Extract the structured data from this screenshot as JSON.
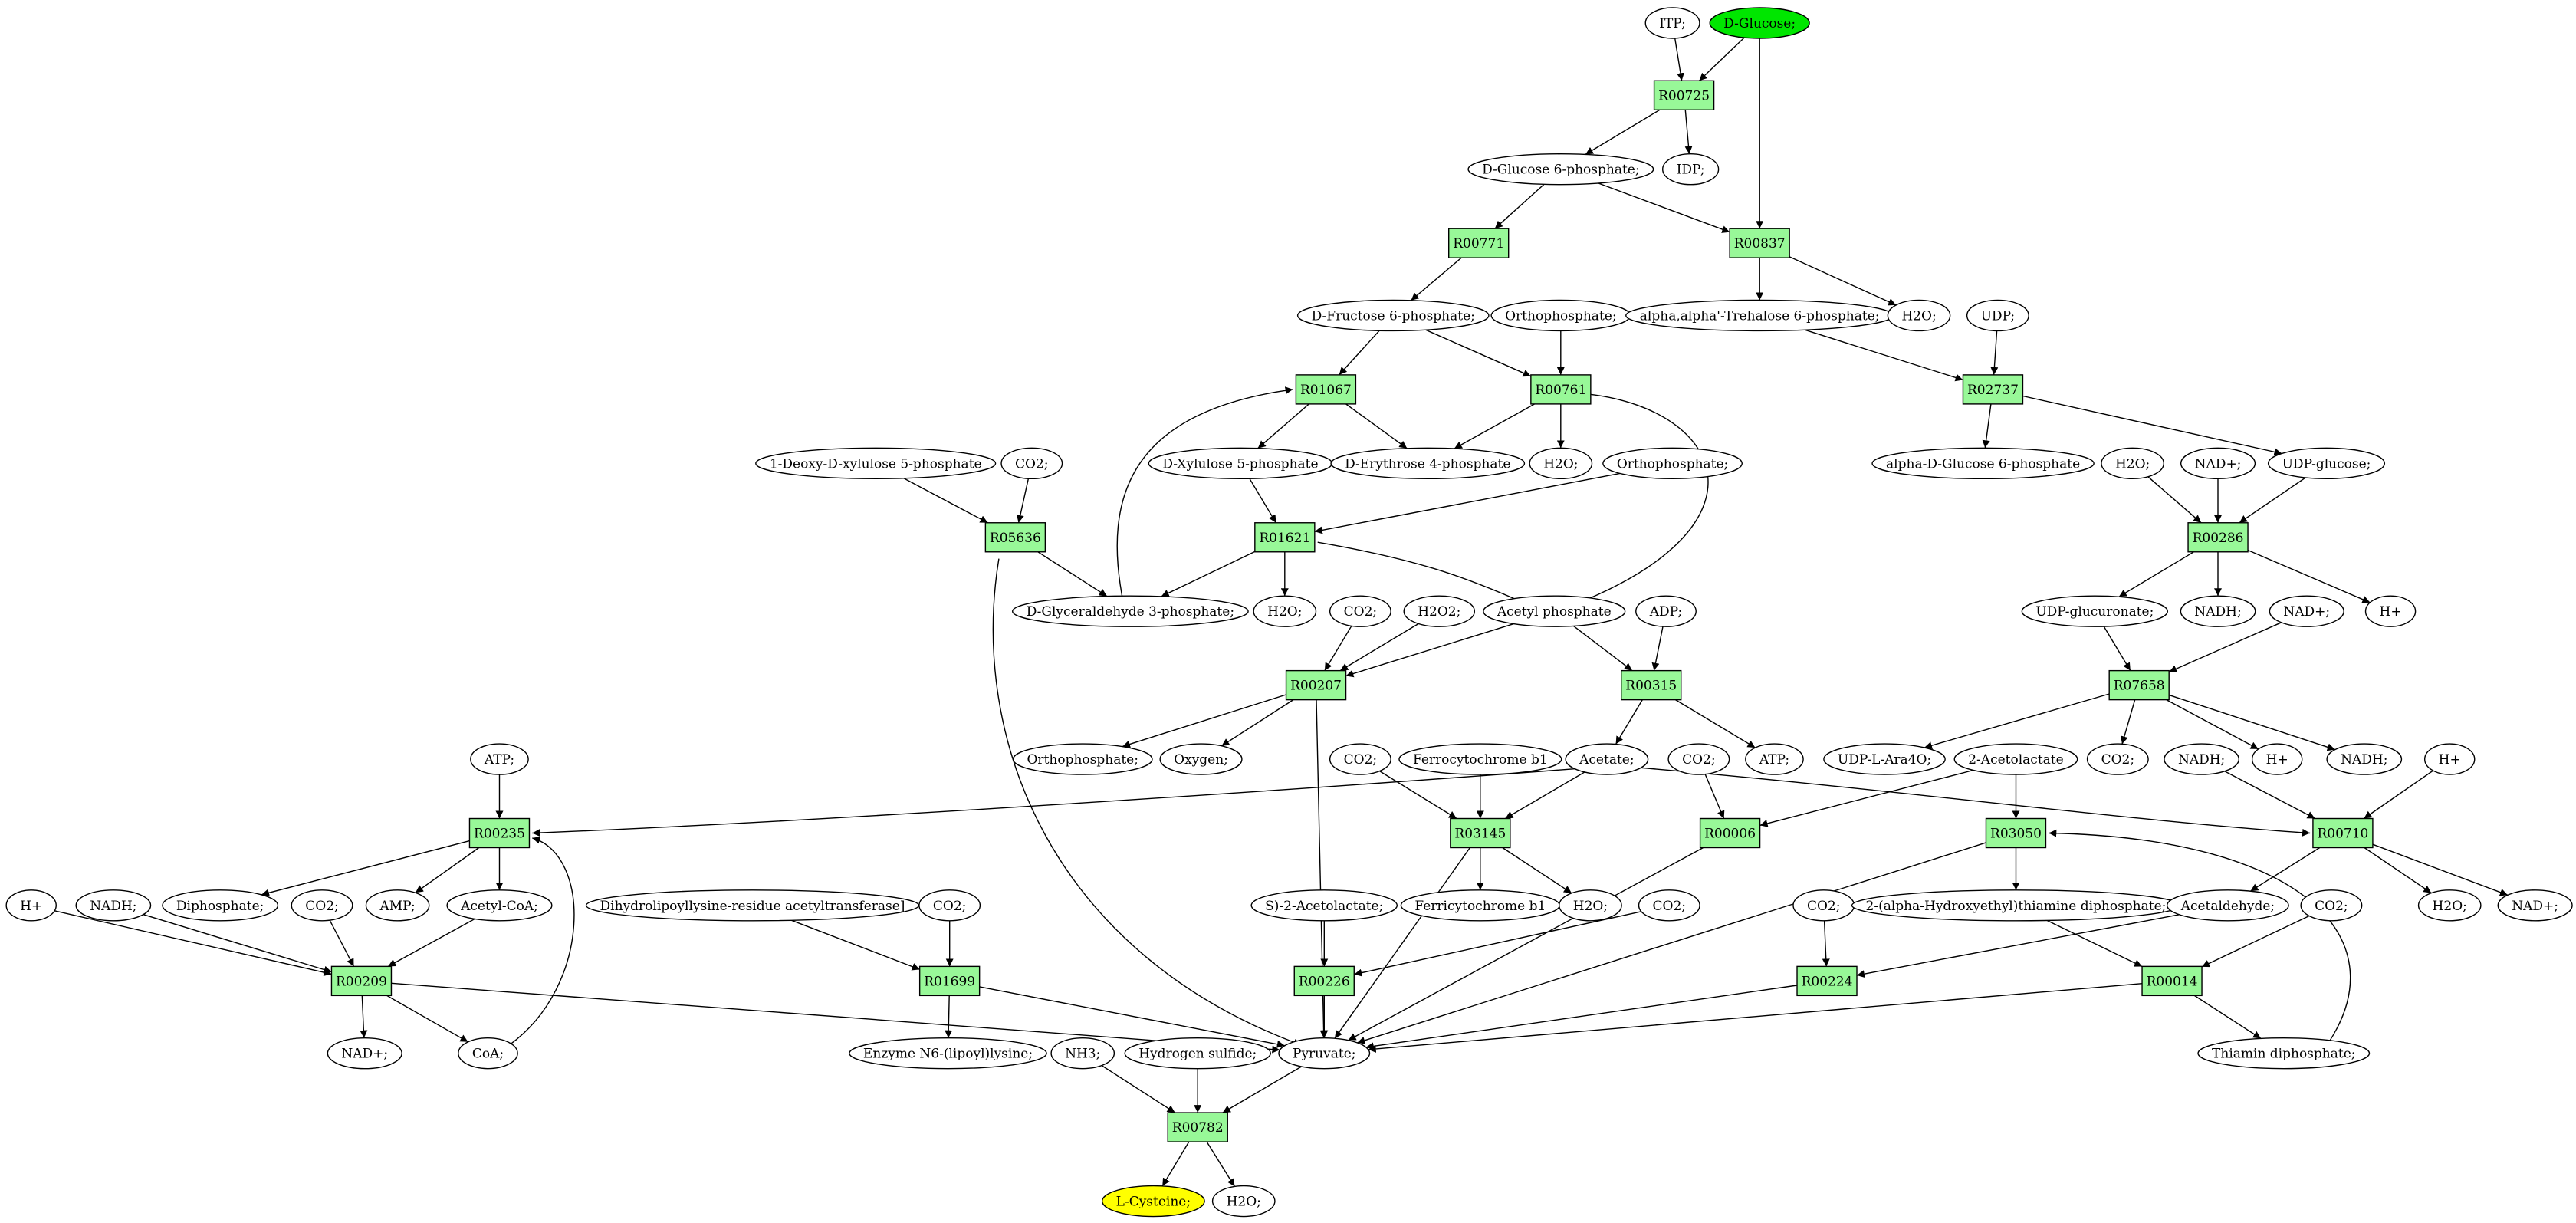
{
  "diagram": {
    "colors": {
      "background": "#ffffff",
      "reaction_fill": "#98f898",
      "source_fill": "#00e600",
      "target_fill": "#ffff00",
      "metabolite_fill": "#ffffff",
      "stroke": "#000000"
    },
    "nodes": {
      "itp": {
        "label": "ITP;"
      },
      "dglc": {
        "label": "D-Glucose;",
        "role": "source"
      },
      "r725": {
        "label": "R00725",
        "kind": "reaction"
      },
      "g6p": {
        "label": "D-Glucose 6-phosphate;"
      },
      "idp": {
        "label": "IDP;"
      },
      "r771": {
        "label": "R00771",
        "kind": "reaction"
      },
      "r837": {
        "label": "R00837",
        "kind": "reaction"
      },
      "f6p": {
        "label": "D-Fructose 6-phosphate;"
      },
      "orthoA": {
        "label": "Orthophosphate;"
      },
      "treh": {
        "label": "alpha,alpha'-Trehalose 6-phosphate;"
      },
      "h2oA": {
        "label": "H2O;"
      },
      "udpA": {
        "label": "UDP;"
      },
      "r1067": {
        "label": "R01067",
        "kind": "reaction"
      },
      "r761": {
        "label": "R00761",
        "kind": "reaction"
      },
      "r2737": {
        "label": "R02737",
        "kind": "reaction"
      },
      "deoxy": {
        "label": "1-Deoxy-D-xylulose 5-phosphate"
      },
      "co2A": {
        "label": "CO2;"
      },
      "x5p": {
        "label": "D-Xylulose 5-phosphate"
      },
      "e4p": {
        "label": "D-Erythrose 4-phosphate"
      },
      "h2oB": {
        "label": "H2O;"
      },
      "orthoB": {
        "label": "Orthophosphate;"
      },
      "ag6p": {
        "label": "alpha-D-Glucose 6-phosphate"
      },
      "h2oC": {
        "label": "H2O;"
      },
      "nadpA": {
        "label": "NAD+;"
      },
      "udpglc": {
        "label": "UDP-glucose;"
      },
      "r5636": {
        "label": "R05636",
        "kind": "reaction"
      },
      "r1621": {
        "label": "R01621",
        "kind": "reaction"
      },
      "r286": {
        "label": "R00286",
        "kind": "reaction"
      },
      "gap": {
        "label": "D-Glyceraldehyde 3-phosphate;"
      },
      "h2oD": {
        "label": "H2O;"
      },
      "co2B": {
        "label": "CO2;"
      },
      "h2o2": {
        "label": "H2O2;"
      },
      "acp": {
        "label": "Acetyl phosphate"
      },
      "adp": {
        "label": "ADP;"
      },
      "udpgluc": {
        "label": "UDP-glucuronate;"
      },
      "nadhA": {
        "label": "NADH;"
      },
      "nadpB": {
        "label": "NAD+;"
      },
      "hA": {
        "label": "H+"
      },
      "r207": {
        "label": "R00207",
        "kind": "reaction"
      },
      "r315": {
        "label": "R00315",
        "kind": "reaction"
      },
      "r7658": {
        "label": "R07658",
        "kind": "reaction"
      },
      "atpA": {
        "label": "ATP;"
      },
      "orthoC": {
        "label": "Orthophosphate;"
      },
      "oxy": {
        "label": "Oxygen;"
      },
      "co2C": {
        "label": "CO2;"
      },
      "ferro": {
        "label": "Ferrocytochrome b1"
      },
      "acet": {
        "label": "Acetate;"
      },
      "co2D": {
        "label": "CO2;"
      },
      "atpB": {
        "label": "ATP;"
      },
      "udpara": {
        "label": "UDP-L-Ara4O;"
      },
      "acl": {
        "label": "2-Acetolactate"
      },
      "co2E": {
        "label": "CO2;"
      },
      "hB": {
        "label": "H+"
      },
      "nadhB": {
        "label": "NADH;"
      },
      "nadhC": {
        "label": "NADH;"
      },
      "hC": {
        "label": "H+"
      },
      "r235": {
        "label": "R00235",
        "kind": "reaction"
      },
      "r3145": {
        "label": "R03145",
        "kind": "reaction"
      },
      "r6": {
        "label": "R00006",
        "kind": "reaction"
      },
      "r3050": {
        "label": "R03050",
        "kind": "reaction"
      },
      "r710": {
        "label": "R00710",
        "kind": "reaction"
      },
      "hD": {
        "label": "H+"
      },
      "nadhD": {
        "label": "NADH;"
      },
      "dip": {
        "label": "Diphosphate;"
      },
      "co2F": {
        "label": "CO2;"
      },
      "amp": {
        "label": "AMP;"
      },
      "acoa": {
        "label": "Acetyl-CoA;"
      },
      "dihyd": {
        "label": "Dihydrolipoyllysine-residue acetyltransferase]"
      },
      "co2G": {
        "label": "CO2;"
      },
      "sacl": {
        "label": "S)-2-Acetolactate;"
      },
      "ferri": {
        "label": "Ferricytochrome b1"
      },
      "h2oE": {
        "label": "H2O;"
      },
      "co2H": {
        "label": "CO2;"
      },
      "co2I": {
        "label": "CO2;"
      },
      "hetpp": {
        "label": "2-(alpha-Hydroxyethyl)thiamine diphosphate;"
      },
      "acald": {
        "label": "Acetaldehyde;"
      },
      "co2J": {
        "label": "CO2;"
      },
      "h2oF": {
        "label": "H2O;"
      },
      "nadpC": {
        "label": "NAD+;"
      },
      "r209": {
        "label": "R00209",
        "kind": "reaction"
      },
      "r1699": {
        "label": "R01699",
        "kind": "reaction"
      },
      "r226": {
        "label": "R00226",
        "kind": "reaction"
      },
      "r224": {
        "label": "R00224",
        "kind": "reaction"
      },
      "r14": {
        "label": "R00014",
        "kind": "reaction"
      },
      "nadpD": {
        "label": "NAD+;"
      },
      "coa": {
        "label": "CoA;"
      },
      "enz": {
        "label": "Enzyme N6-(lipoyl)lysine;"
      },
      "nh3": {
        "label": "NH3;"
      },
      "hs": {
        "label": "Hydrogen sulfide;"
      },
      "pyr": {
        "label": "Pyruvate;"
      },
      "tpp": {
        "label": "Thiamin diphosphate;"
      },
      "r782": {
        "label": "R00782",
        "kind": "reaction"
      },
      "cys": {
        "label": "L-Cysteine;",
        "role": "target"
      },
      "h2oG": {
        "label": "H2O;"
      }
    }
  }
}
